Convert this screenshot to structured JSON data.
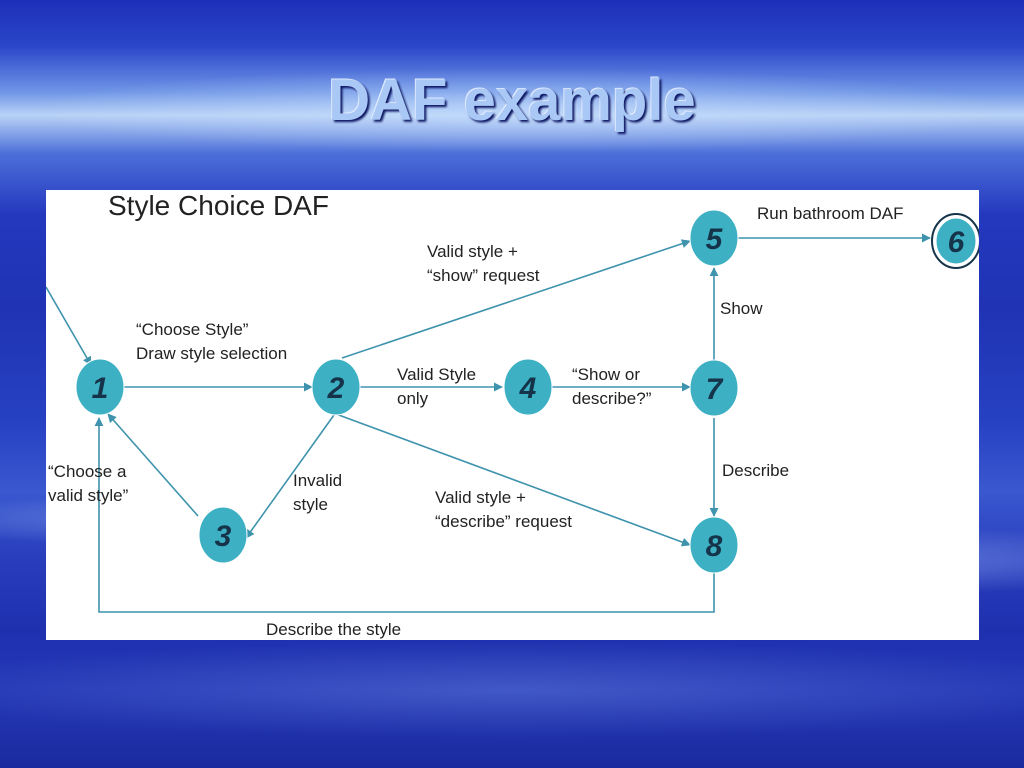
{
  "slide": {
    "title": "DAF example"
  },
  "diagram": {
    "title": "Style Choice DAF",
    "nodes": {
      "n1": "1",
      "n2": "2",
      "n3": "3",
      "n4": "4",
      "n5": "5",
      "n6": "6",
      "n7": "7",
      "n8": "8"
    },
    "edges": {
      "choose_style_line1": "“Choose Style”",
      "choose_style_line2": "Draw style selection",
      "valid_show_line1": "Valid style +",
      "valid_show_line2": "“show” request",
      "run_bathroom": "Run bathroom DAF",
      "show": "Show",
      "valid_style_only_line1": "Valid Style",
      "valid_style_only_line2": "only",
      "show_or_describe_line1": "“Show or",
      "show_or_describe_line2": "describe?”",
      "choose_valid_line1": "“Choose a",
      "choose_valid_line2": "valid style”",
      "invalid_line1": "Invalid",
      "invalid_line2": "style",
      "describe": "Describe",
      "valid_describe_line1": "Valid style +",
      "valid_describe_line2": "“describe” request",
      "describe_the_style": "Describe the style"
    }
  }
}
